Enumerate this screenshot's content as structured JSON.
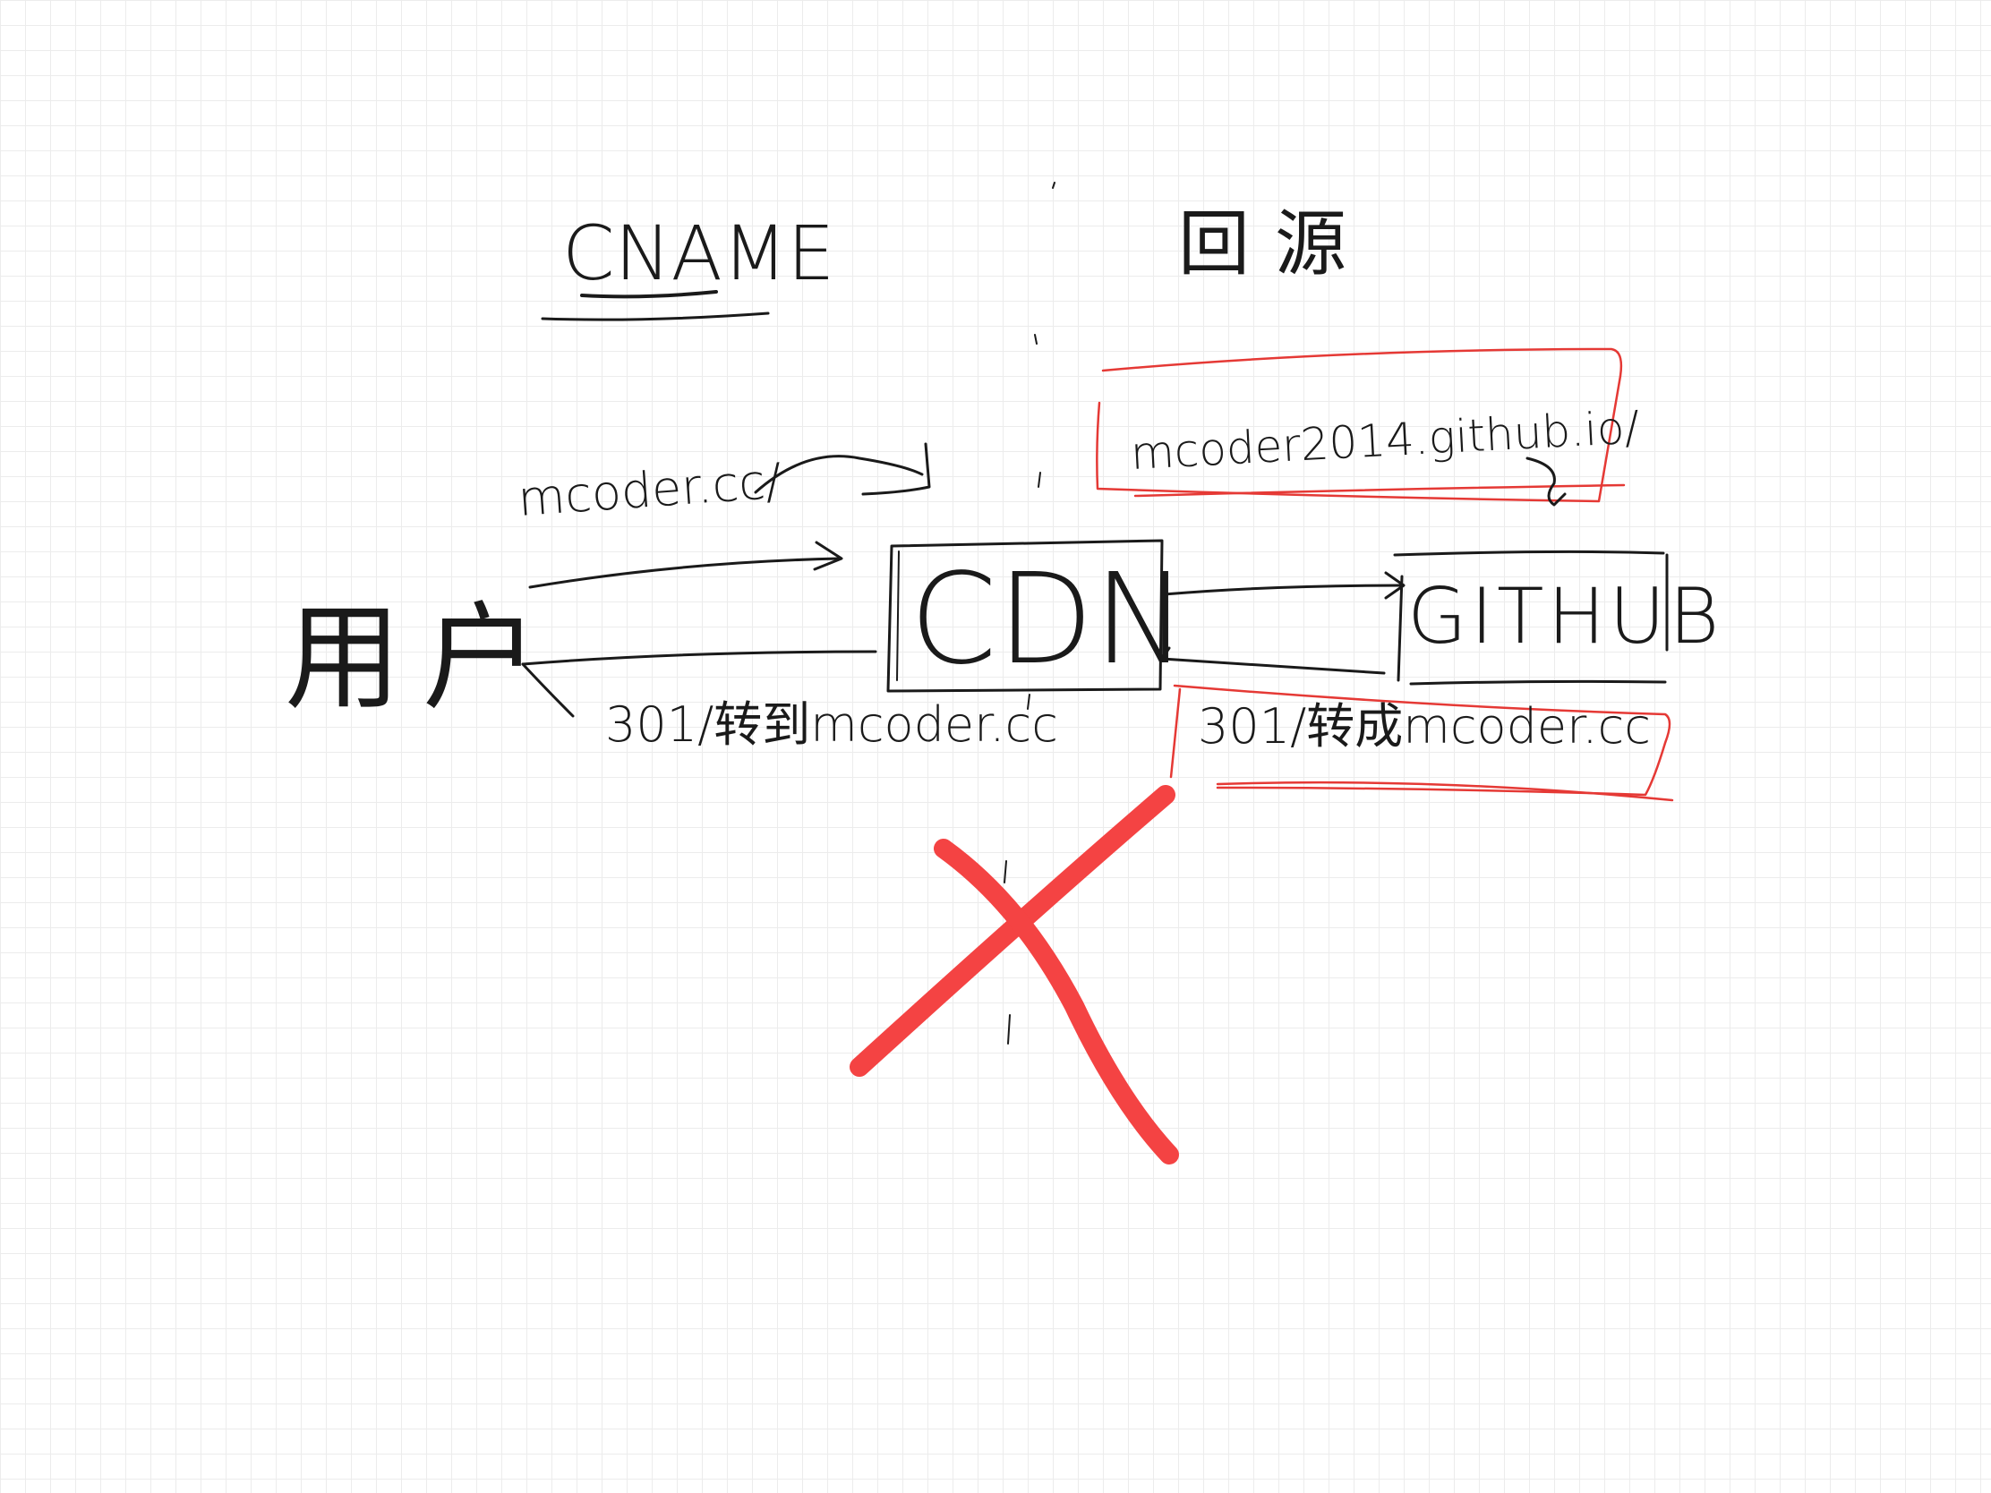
{
  "labels": {
    "cname": "CNAME",
    "origin_fetch": "回源",
    "user": "用户",
    "cdn": "CDN",
    "github": "GITHUB",
    "request_domain": "mcoder.cc/",
    "origin_domain": "mcoder2014.github.io/",
    "redirect_to_user": "301/转到mcoder.cc",
    "redirect_from_github": "301/转成mcoder.cc"
  },
  "colors": {
    "ink": "#1a1a1a",
    "highlight": "#e53935",
    "cross": "#f44343"
  }
}
